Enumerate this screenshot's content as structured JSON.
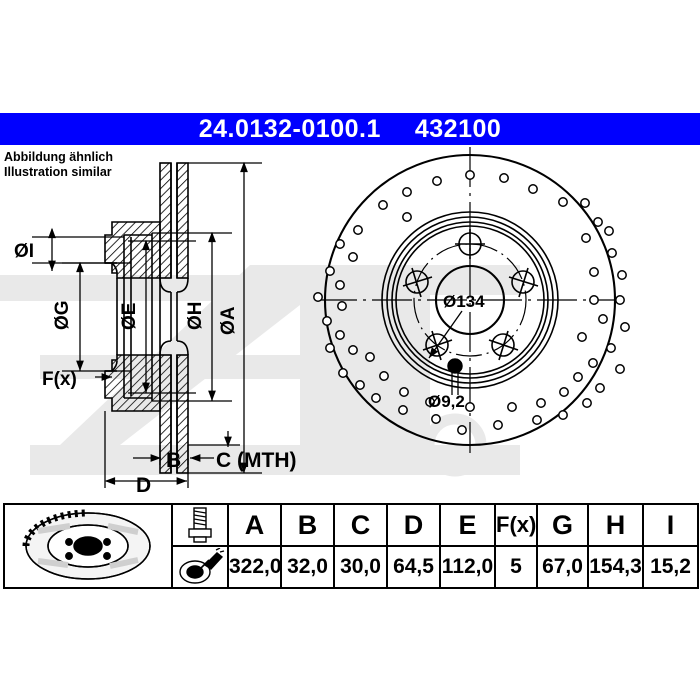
{
  "header": {
    "part_number": "24.0132-0100.1",
    "reference_number": "432100",
    "band_color": "#0000ff",
    "text_color": "#ffffff"
  },
  "caption": {
    "line_de": "Abbildung ähnlich",
    "line_en": "Illustration similar"
  },
  "watermark": {
    "text": "Ate",
    "color": "#e8e8e8"
  },
  "cross_section": {
    "labels": [
      {
        "key": "dia_i",
        "text": "ØI"
      },
      {
        "key": "dia_g",
        "text": "ØG"
      },
      {
        "key": "dia_e",
        "text": "ØE"
      },
      {
        "key": "dia_h",
        "text": "ØH"
      },
      {
        "key": "dia_a",
        "text": "ØA"
      },
      {
        "key": "fx",
        "text": "F(x)"
      },
      {
        "key": "b",
        "text": "B"
      },
      {
        "key": "c",
        "text": "C (MTH)"
      },
      {
        "key": "d",
        "text": "D"
      }
    ]
  },
  "face_view": {
    "bolt_circle_label": "Ø134",
    "hole_diameter_label": "Ø9,2",
    "bolt_hole_count": 5
  },
  "spec_table": {
    "columns": [
      "A",
      "B",
      "C",
      "D",
      "E",
      "F(x)",
      "G",
      "H",
      "I"
    ],
    "values": [
      "322,0",
      "32,0",
      "30,0",
      "64,5",
      "112,0",
      "5",
      "67,0",
      "154,3",
      "15,2"
    ],
    "icons": [
      "brake-disc-icon",
      "bolt-icon",
      "grease-applicator-icon"
    ]
  }
}
